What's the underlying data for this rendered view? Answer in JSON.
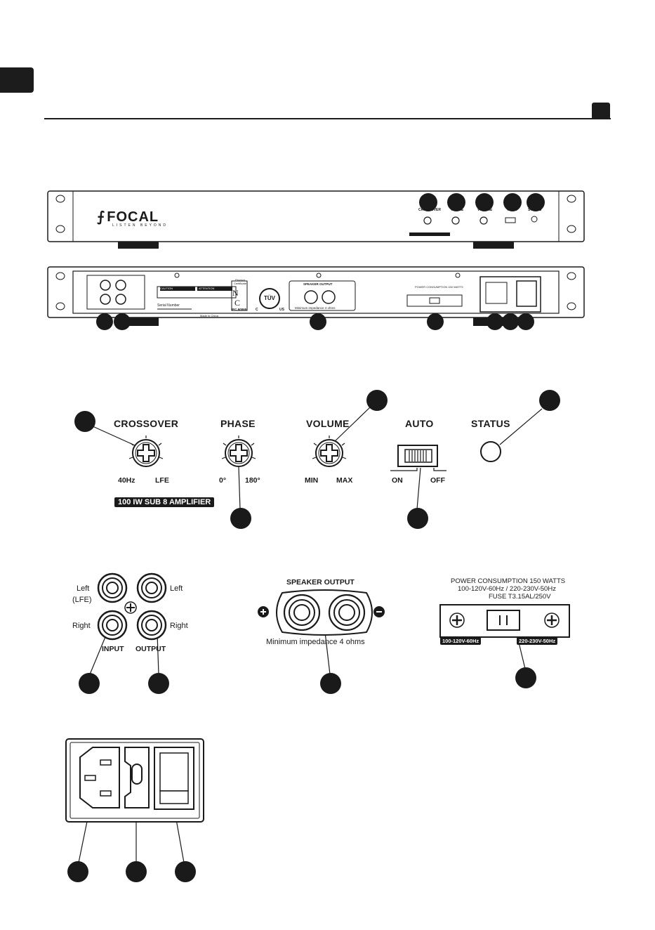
{
  "brand": {
    "name": "FOCAL",
    "tagline": "LISTEN BEYOND"
  },
  "front_panel": {
    "crossover": "CROSSOVER",
    "phase": "PHASE",
    "volume": "VOLUME",
    "auto": "AUTO",
    "status": "STATUS",
    "crossover_min": "40Hz",
    "crossover_max": "LFE",
    "phase_min": "0°",
    "phase_max": "180°",
    "volume_min": "MIN",
    "volume_max": "MAX",
    "auto_on": "ON",
    "auto_off": "OFF",
    "model_badge": "100 IW SUB 8 AMPLIFIER"
  },
  "rear_panel": {
    "input_left": "Left",
    "input_lfe": "(LFE)",
    "input_right": "Right",
    "output_left": "Left",
    "output_right": "Right",
    "input_label": "INPUT",
    "output_label": "OUTPUT",
    "caution": "CAUTION",
    "attention": "ATTENTION",
    "serial_number": "Serial Number",
    "made_in": "Made in China",
    "product_cert": "Product Certificate",
    "iec": "IEC 60065",
    "tuv": "TÜV",
    "c": "C",
    "us": "US",
    "speaker_output": "SPEAKER OUTPUT",
    "min_impedance": "Minimum impedance 4 ohms",
    "power_consumption": "POWER CONSUMPTION 150 WATTS",
    "voltage_line": "100-120V-60Hz / 220-230V-50Hz",
    "fuse": "FUSE T3.15AL/250V",
    "volt_low": "100-120V-60Hz",
    "volt_high": "220-230V-50Hz"
  },
  "colors": {
    "ink": "#1a1a1a",
    "paper": "#ffffff",
    "grey": "#d9d9d9"
  }
}
